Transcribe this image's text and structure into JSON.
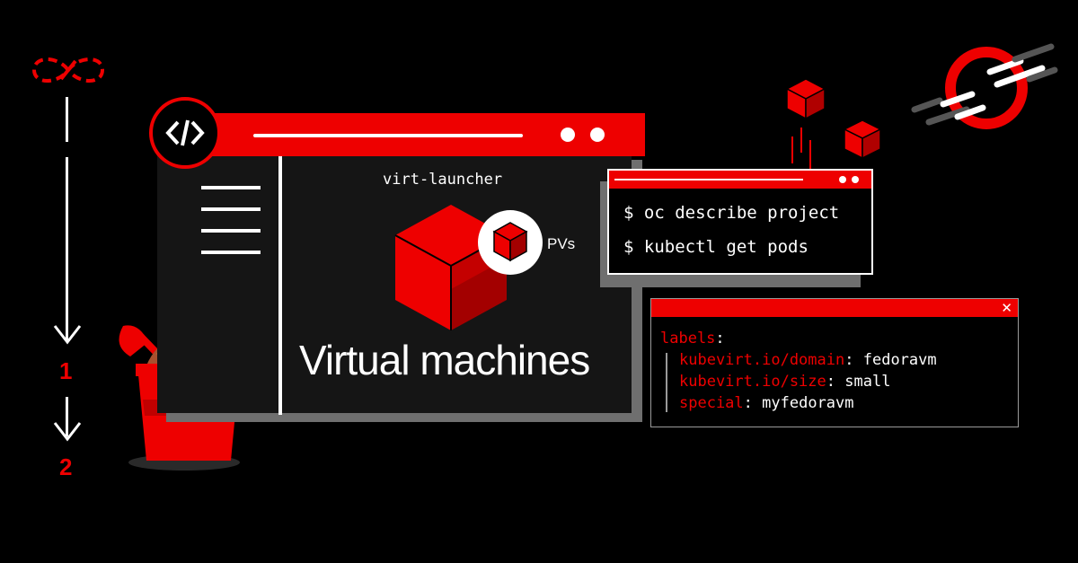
{
  "window": {
    "code_icon": "code-brackets-icon",
    "pod_label": "virt-launcher",
    "pv_label": "PVs",
    "title": "Virtual machines"
  },
  "terminal": {
    "commands": [
      "$ oc describe project",
      "$ kubectl get pods"
    ]
  },
  "labels_panel": {
    "close_icon": "close-icon",
    "root_key": "labels",
    "colon": ":",
    "entries": [
      {
        "key": "kubevirt.io/domain",
        "value": "fedoravm"
      },
      {
        "key": "kubevirt.io/size",
        "value": "small"
      },
      {
        "key": "special",
        "value": "myfedoravm"
      }
    ]
  },
  "flow": {
    "steps": [
      "1",
      "2"
    ]
  },
  "colors": {
    "accent": "#ee0000",
    "background": "#000000",
    "panel": "#151515",
    "shadow": "#6f6f6f",
    "dirt": "#a8502e"
  },
  "icons": [
    "infinity-icon",
    "code-brackets-icon",
    "cube-icon",
    "bucket-icon",
    "shovel-icon",
    "openshift-logo-icon",
    "close-icon",
    "arrow-down-icon"
  ]
}
